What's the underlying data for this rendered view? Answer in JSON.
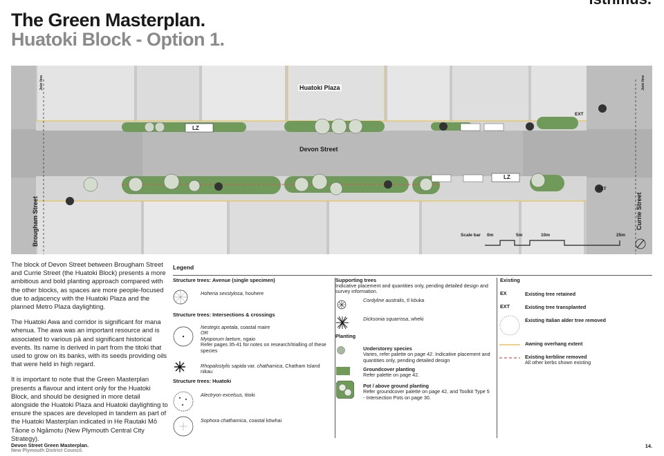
{
  "brand": "isthmus.",
  "title_line1": "The Green Masterplan.",
  "title_line2": "Huatoki Block - Option 1.",
  "plan": {
    "huatoki_plaza": "Huatoki Plaza",
    "devon_street": "Devon Street",
    "brougham_street": "Brougham Street",
    "currie_street": "Currie Street",
    "lz": "LZ",
    "ext": "EXT",
    "join_line": "Join line",
    "scale_bar_label": "Scale bar",
    "scale_marks": [
      "0m",
      "5m",
      "10m",
      "25m"
    ]
  },
  "intro": {
    "p1": "The block of Devon Street between Brougham Street and Currie Street (the Huatoki Block) presents a more ambitious and bold planting approach compared with the other blocks, as spaces are more people-focused due to adjacency with the Huatoki Plaza and the planned Metro Plaza daylighting.",
    "p2": "The Huatoki Awa and corridor is significant for mana whenua. The awa was an important resource and is associated to various pā and significant historical events. Its name is derived in part from the titoki that used to grow on its banks, with its seeds providing oils that were held in high regard.",
    "p3": "It is important to note that the Green Masterplan presents a flavour and intent only for the Huatoki Block, and should be designed in more detail alongside the Huatoki Plaza and Huatoki daylighting to ensure the spaces are developed in tandem as part of the Huatoki Masterplan indicated in He Rautaki Mō Tāone o Ngāmotu (New Plymouth Central City Strategy)."
  },
  "legend": {
    "title": "Legend",
    "avenue_heading": "Structure trees: Avenue (single specimen)",
    "avenue_species": "Hoheria sexstylosa",
    "avenue_common": ", houhere",
    "intersections_heading": "Structure trees: Intersections & crossings",
    "nestegis": "Nestegis apetala",
    "nestegis_common": ", coastal maire",
    "or": "OR",
    "myoporum": "Myoporum laetum",
    "myoporum_common": ", ngaio",
    "refer_pages": "Refer pages 35-41 for notes on research/trialling of these species",
    "rhopalostylis": "Rhopalostylis sapida",
    "rhopalostylis_var": " var. ",
    "chathamica": "chathamica",
    "rhopalostylis_common": ", Chatham Island nikau",
    "huatoki_heading": "Structure trees: Huatoki",
    "alectryon": "Alectryon excelsus",
    "alectryon_common": ", titoki",
    "sophora": "Sophora chathamica",
    "sophora_common": ", coastal kōwhai",
    "supporting_heading": "Supporting trees",
    "supporting_note": "Indicative placement and quantities only, pending detailed design and survey information.",
    "cordyline": "Cordyline australis",
    "cordyline_common": ", tī kōuka",
    "dicksonia": "Dicksonia squarrosa",
    "dicksonia_common": ", wheki",
    "planting_heading": "Planting",
    "understorey_heading": "Understorey species",
    "understorey_note": "Varies, refer palette on page 42. Indicative placement and quantities only, pending detailed design",
    "groundcover_heading": "Groundcover planting",
    "groundcover_note": "Refer palette on page 42.",
    "pot_heading": "Pot / above ground planting",
    "pot_note": "Refer groundcover palette on page 42, and Toolkit Type 5 - Intersection Pots on page 30.",
    "existing_heading": "Existing",
    "ex_code": "EX",
    "ex_label": "Existing tree retained",
    "ext_code": "EXT",
    "ext_label": "Existing tree transplanted",
    "alder_label": "Existing Italian alder tree removed",
    "awning_label": "Awning overhang extent",
    "kerb_label": "Existing kerbline removed",
    "kerb_note": "All other kerbs shown existing"
  },
  "footer": {
    "line1": "Devon Street Green Masterplan.",
    "line2": "New Plymouth District Council.",
    "page": "14."
  },
  "colors": {
    "planting_green": "#6f9a5a",
    "awning_yellow": "#e8c25a",
    "kerb_red": "#e05050",
    "title_grey": "#8a8a8a"
  }
}
